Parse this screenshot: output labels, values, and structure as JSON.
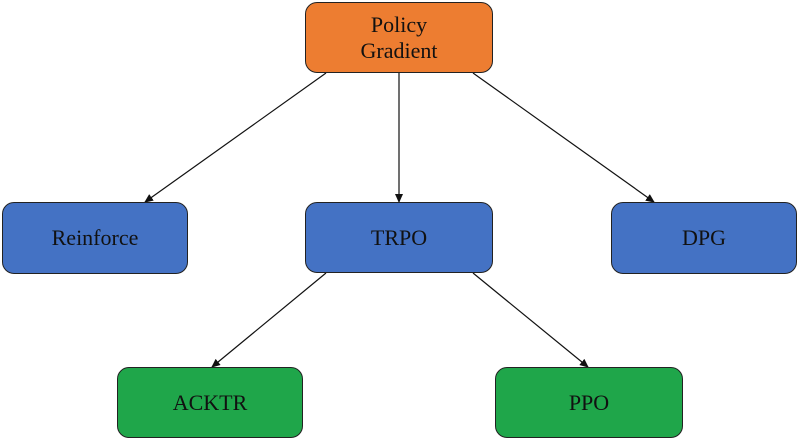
{
  "diagram": {
    "nodes": {
      "root": "Policy\nGradient",
      "reinforce": "Reinforce",
      "trpo": "TRPO",
      "dpg": "DPG",
      "acktr": "ACKTR",
      "ppo": "PPO"
    },
    "edges": [
      {
        "from": "root",
        "to": "reinforce"
      },
      {
        "from": "root",
        "to": "trpo"
      },
      {
        "from": "root",
        "to": "dpg"
      },
      {
        "from": "trpo",
        "to": "acktr"
      },
      {
        "from": "trpo",
        "to": "ppo"
      }
    ],
    "colors": {
      "root": "#ed7d31",
      "level2": "#4472c4",
      "level3": "#1fa64a",
      "edge": "#111111"
    }
  }
}
